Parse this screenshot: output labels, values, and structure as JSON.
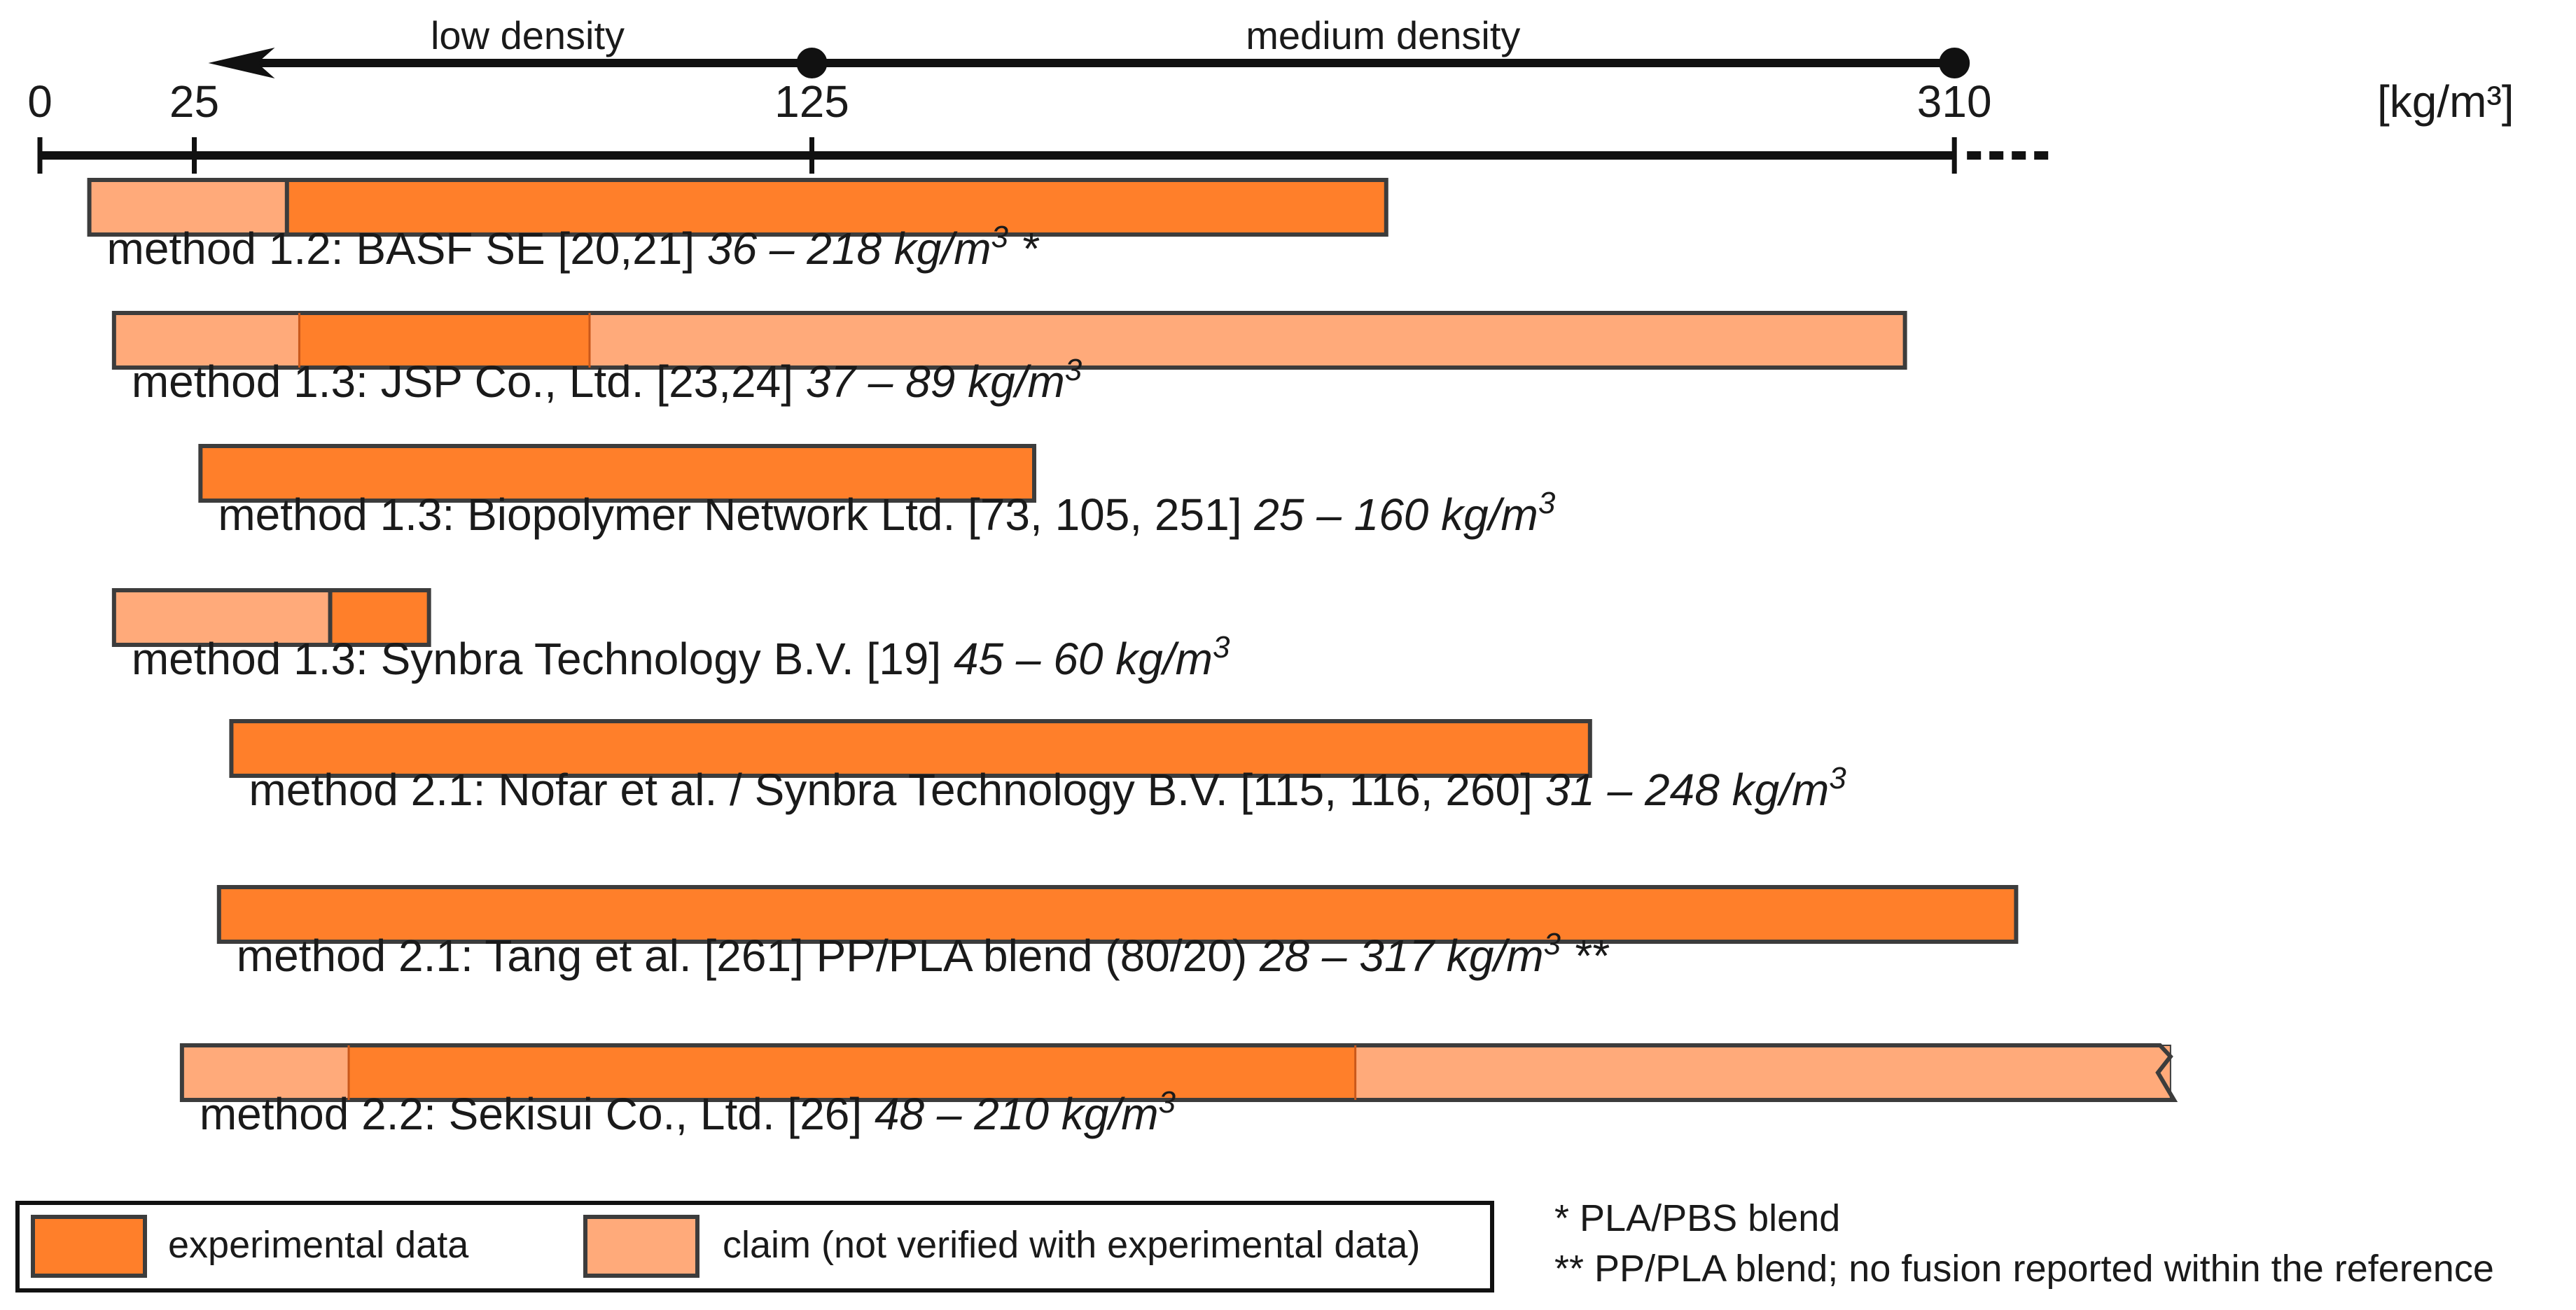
{
  "chart_data": {
    "type": "range-bar",
    "unit_label": "[kg/m³]",
    "axis": {
      "min": 0,
      "max": 310,
      "ticks": [
        0,
        25,
        125,
        310
      ]
    },
    "density_ranges": [
      {
        "label": "low density",
        "from": 25,
        "to": 125
      },
      {
        "label": "medium density",
        "from": 125,
        "to": 310
      }
    ],
    "rows": [
      {
        "label": "method 1.2: BASF SE [20,21]",
        "range_text": "36 – 218 kg/m",
        "range_suffix": " *",
        "segments": [
          {
            "kind": "claim",
            "from": 8,
            "to": 40
          },
          {
            "kind": "experimental",
            "from": 40,
            "to": 218
          }
        ]
      },
      {
        "label": "method 1.3: JSP Co., Ltd. [23,24]",
        "range_text": "37 – 89 kg/m",
        "range_suffix": "",
        "segments": [
          {
            "kind": "claim",
            "from": 12,
            "to": 42
          },
          {
            "kind": "experimental",
            "from": 42,
            "to": 89
          },
          {
            "kind": "claim",
            "from": 89,
            "to": 302
          }
        ]
      },
      {
        "label": "method 1.3: Biopolymer Network Ltd.  [73, 105, 251]",
        "range_text": "25 – 160 kg/m",
        "range_suffix": "",
        "segments": [
          {
            "kind": "experimental",
            "from": 26,
            "to": 161
          }
        ]
      },
      {
        "label": "method 1.3: Synbra Technology B.V. [19]",
        "range_text": "45 – 60 kg/m",
        "range_suffix": "",
        "segments": [
          {
            "kind": "claim",
            "from": 12,
            "to": 47
          },
          {
            "kind": "experimental",
            "from": 47,
            "to": 63
          }
        ]
      },
      {
        "label": "method 2.1: Nofar et al. / Synbra Technology B.V. [115, 116, 260]",
        "range_text": "31 – 248 kg/m",
        "range_suffix": "",
        "segments": [
          {
            "kind": "experimental",
            "from": 31,
            "to": 251
          }
        ]
      },
      {
        "label": "method 2.1: Tang et al. [261] PP/PLA blend (80/20)",
        "range_text": "28 – 317 kg/m",
        "range_suffix": " **",
        "segments": [
          {
            "kind": "experimental",
            "from": 29,
            "to": 320
          }
        ]
      },
      {
        "label": "method 2.2: Sekisui Co., Ltd. [26]",
        "range_text": "48 – 210 kg/m",
        "range_suffix": "",
        "open_ended": true,
        "segments": [
          {
            "kind": "claim",
            "from": 23,
            "to": 50
          },
          {
            "kind": "experimental",
            "from": 50,
            "to": 213
          },
          {
            "kind": "claim",
            "from": 213,
            "to": 345
          }
        ]
      }
    ],
    "legend": [
      {
        "kind": "experimental",
        "label": "experimental data"
      },
      {
        "kind": "claim",
        "label": "claim (not verified with experimental data)"
      }
    ],
    "footnotes": [
      "* PLA/PBS blend",
      "** PP/PLA blend; no fusion reported within the reference"
    ],
    "colors": {
      "experimental": "#ff7f2a",
      "claim": "#ffaa7a",
      "outline": "#3c3c3c",
      "axis": "#111111"
    }
  }
}
